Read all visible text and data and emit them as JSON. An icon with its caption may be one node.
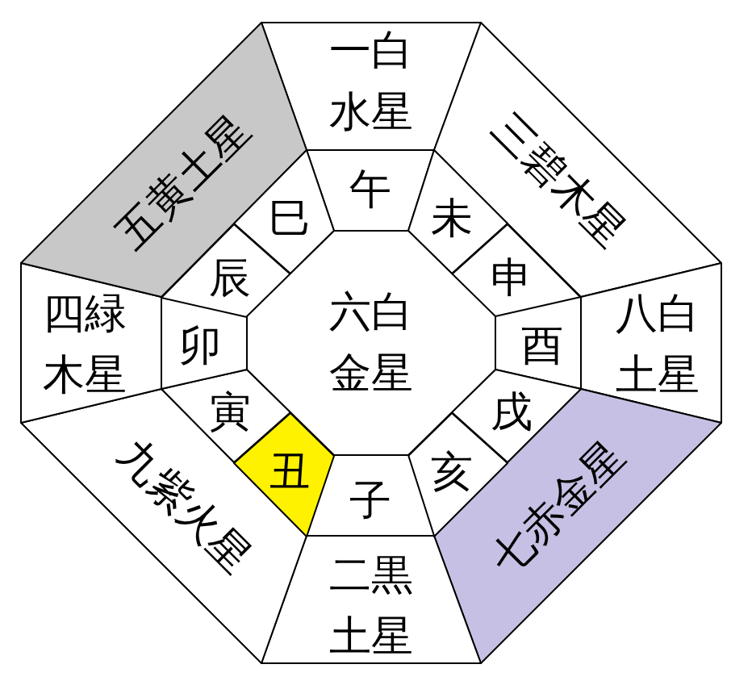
{
  "diagram": {
    "nodes": [
      {
        "text": [
          "一白水星"
        ]
      },
      {
        "text": [
          "三碧木星"
        ]
      },
      {
        "text": [
          "八白土星"
        ]
      },
      {
        "text": [
          "七赤金星"
        ]
      },
      {
        "text": [
          "二黒土星"
        ]
      },
      {
        "text": [
          "九紫火星"
        ]
      },
      {
        "text": [
          "四緑木星"
        ]
      },
      {
        "text": [
          "五黄土星"
        ]
      },
      {
        "text": [
          "午"
        ]
      },
      {
        "text": [
          "未"
        ]
      },
      {
        "text": [
          "申"
        ]
      },
      {
        "text": [
          "酉"
        ]
      },
      {
        "text": [
          "戌"
        ]
      },
      {
        "text": [
          "亥"
        ]
      },
      {
        "text": [
          "子"
        ]
      },
      {
        "text": [
          "丑"
        ]
      },
      {
        "text": [
          "寅"
        ]
      },
      {
        "text": [
          "卯"
        ]
      },
      {
        "text": [
          "辰"
        ]
      },
      {
        "text": [
          "巳"
        ]
      },
      {
        "text": [
          "六白金星"
        ]
      }
    ]
  }
}
